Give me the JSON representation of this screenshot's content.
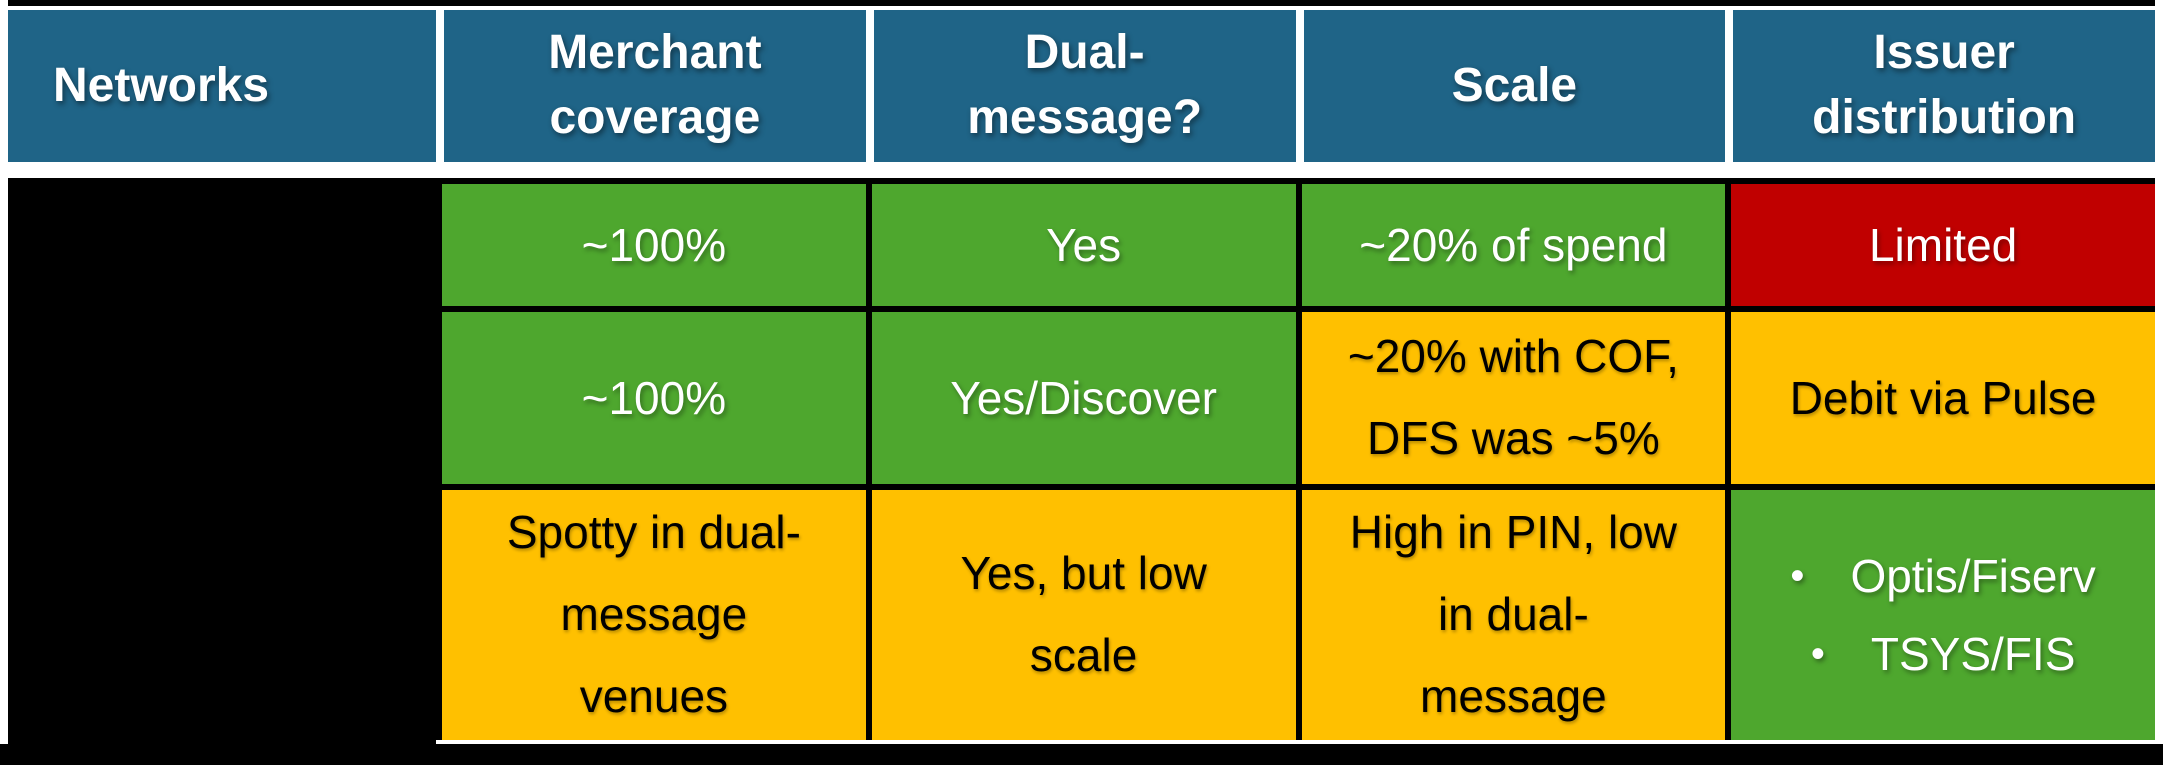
{
  "chart_data": {
    "type": "table",
    "title": "Network comparison table (status color-coded)",
    "columns": [
      {
        "name": "networks",
        "lines": [
          "Networks"
        ]
      },
      {
        "name": "merchant-coverage",
        "lines": [
          "Merchant",
          "coverage"
        ]
      },
      {
        "name": "dual-message",
        "lines": [
          "Dual-",
          "message?"
        ]
      },
      {
        "name": "scale",
        "lines": [
          "Scale"
        ]
      },
      {
        "name": "issuer-distribution",
        "lines": [
          "Issuer",
          "distribution"
        ]
      }
    ],
    "rows": [
      {
        "network_redacted": true,
        "cells": [
          {
            "text": "~100%",
            "status": "green"
          },
          {
            "text": "Yes",
            "status": "green"
          },
          {
            "text": "~20% of spend",
            "status": "green"
          },
          {
            "text": "Limited",
            "status": "red"
          }
        ]
      },
      {
        "network_redacted": true,
        "cells": [
          {
            "text": "~100%",
            "status": "green"
          },
          {
            "text": "Yes/Discover",
            "status": "green"
          },
          {
            "lines": [
              "~20% with COF,",
              "DFS was ~5%"
            ],
            "status": "amber"
          },
          {
            "text": "Debit via Pulse",
            "status": "amber"
          }
        ]
      },
      {
        "network_redacted": true,
        "cells": [
          {
            "lines": [
              "Spotty in dual-",
              "message",
              "venues"
            ],
            "status": "amber"
          },
          {
            "lines": [
              "Yes, but low",
              "scale"
            ],
            "status": "amber"
          },
          {
            "lines": [
              "High in PIN, low",
              "in dual-",
              "message"
            ],
            "status": "amber"
          },
          {
            "bullets": [
              "Optis/Fiserv",
              "TSYS/FIS"
            ],
            "bullet_glyph": "•",
            "status": "green"
          }
        ]
      }
    ],
    "layout": {
      "grid": "black gridlines",
      "redacted_first_column": true,
      "thick_black_top_and_bottom_rules": true
    }
  },
  "colors": {
    "header_blue": "#1F6487",
    "status_green": "#4EA72E",
    "status_amber": "#FFC000",
    "status_red": "#C00000",
    "redacted_black": "#000000",
    "text_on_dark": "#FFFFFF",
    "text_on_amber": "#000000",
    "page_background": "#FFFFFF"
  }
}
